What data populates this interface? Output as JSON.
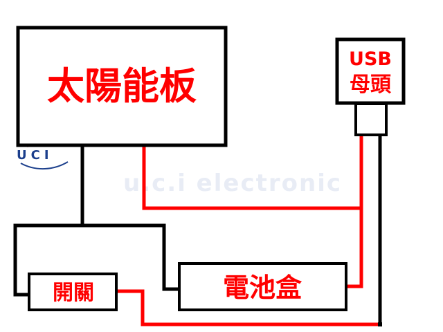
{
  "solar_panel": {
    "label": "太陽能板"
  },
  "usb": {
    "label_line1": "USB",
    "label_line2": "母頭"
  },
  "switch": {
    "label": "開關"
  },
  "battery_box": {
    "label": "電池盒"
  },
  "watermark": {
    "text": "u.c.i electronic"
  },
  "logo": {
    "text": "UCI"
  },
  "colors": {
    "positive_wire": "#ff0000",
    "negative_wire": "#000000",
    "label": "#ff0000"
  }
}
